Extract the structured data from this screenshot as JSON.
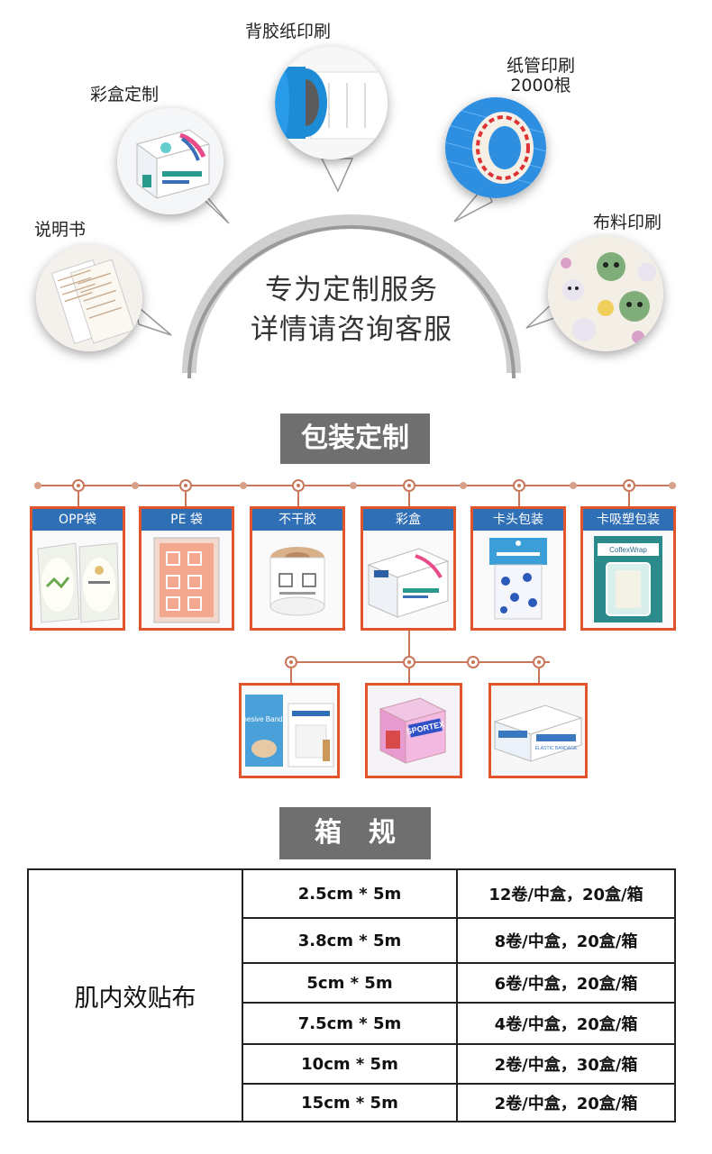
{
  "custom": {
    "labels": {
      "manual": "说明书",
      "color_box": "彩盒定制",
      "backing_paper": "背胶纸印刷",
      "core_print_line1": "纸管印刷",
      "core_print_line2": "2000根",
      "fabric_print": "布料印刷"
    },
    "center_line1": "专为定制服务",
    "center_line2": "详情请咨询客服"
  },
  "packaging": {
    "title": "包装定制",
    "items": [
      {
        "label": "OPP袋"
      },
      {
        "label": "PE 袋"
      },
      {
        "label": "不干胶"
      },
      {
        "label": "彩盒"
      },
      {
        "label": "卡头包装"
      },
      {
        "label": "卡吸塑包装"
      }
    ],
    "extra_texts": {
      "cohesive_box": "Cohesive Bandage",
      "sportex": "SPORTEX",
      "elastic_box": "ELASTIC BANDAGE",
      "coflexwrap": "CoflexWrap"
    }
  },
  "spec": {
    "title": "箱　规",
    "product": "肌内效贴布",
    "rows": [
      {
        "size": "2.5cm * 5m",
        "pack": "12卷/中盒，20盒/箱"
      },
      {
        "size": "3.8cm * 5m",
        "pack": "8卷/中盒，20盒/箱"
      },
      {
        "size": "5cm * 5m",
        "pack": "6卷/中盒，20盒/箱"
      },
      {
        "size": "7.5cm * 5m",
        "pack": "4卷/中盒，20盒/箱"
      },
      {
        "size": "10cm * 5m",
        "pack": "2卷/中盒，30盒/箱"
      },
      {
        "size": "15cm * 5m",
        "pack": "2卷/中盒，20盒/箱"
      }
    ]
  },
  "colors": {
    "accent_orange": "#e2542b",
    "title_blue": "#2f6fb5",
    "header_gray": "#6f6f6f"
  }
}
